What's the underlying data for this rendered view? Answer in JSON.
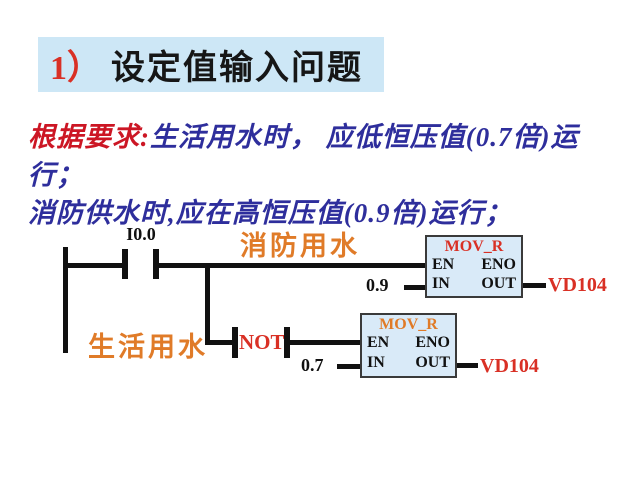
{
  "title": {
    "number": "1）",
    "text": "设定值输入问题"
  },
  "requirement": {
    "label": "根据要求:",
    "line1_rest": "生活用水时， 应低恒压值(0.7倍)运行；",
    "line2": "消防供水时,应在高恒压值(0.9倍)运行；"
  },
  "ladder": {
    "contact_label": "I0.0",
    "fire_water_label": "消防用水",
    "domestic_water_label": "生活用水",
    "not_label": "NOT",
    "blocks": [
      {
        "title": "MOV_R",
        "en": "EN",
        "eno": "ENO",
        "in": "IN",
        "out": "OUT",
        "in_value": "0.9",
        "out_target": "VD104",
        "title_color": "#d93025"
      },
      {
        "title": "MOV_R",
        "en": "EN",
        "eno": "ENO",
        "in": "IN",
        "out": "OUT",
        "in_value": "0.7",
        "out_target": "VD104",
        "title_color": "#e07b28"
      }
    ]
  },
  "colors": {
    "title_box_bg": "#cde7f6",
    "accent_red": "#d93025",
    "requirement_red": "#cc1624",
    "requirement_blue": "#2e2e9c",
    "label_orange": "#e07b28",
    "block_bg": "#d9eaf8",
    "line_black": "#111111"
  }
}
